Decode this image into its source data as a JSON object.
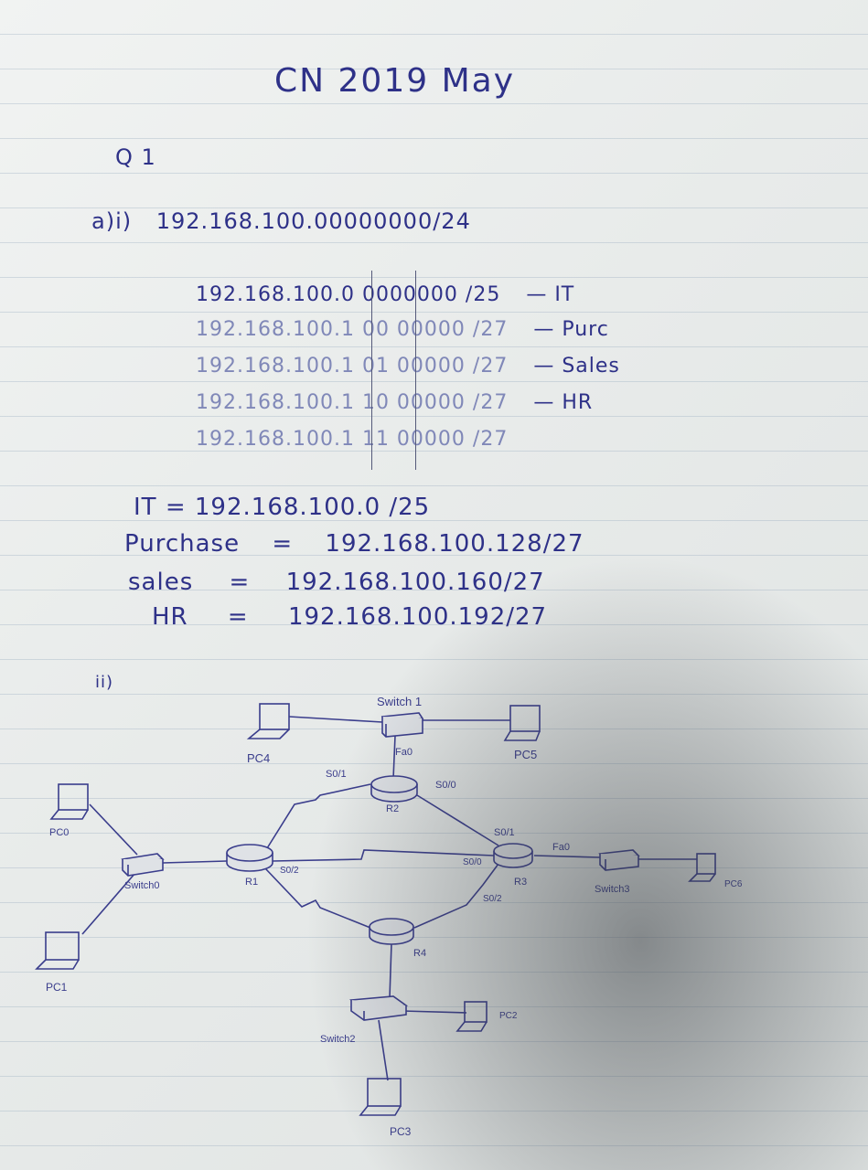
{
  "title": "CN 2019 May",
  "question": "Q 1",
  "part_a_label": "a)i)",
  "address_line": "192.168.100.00000000/24",
  "subnet_rows": [
    {
      "text": "192.168.100.0 0000000 /25",
      "tag": "— IT"
    },
    {
      "text": "192.168.100.1 00 00000 /27",
      "tag": "— Purc"
    },
    {
      "text": "192.168.100.1 01 00000 /27",
      "tag": "— Sales"
    },
    {
      "text": "192.168.100.1 10 00000 /27",
      "tag": "— HR"
    },
    {
      "text": "192.168.100.1 11 00000 /27",
      "tag": ""
    }
  ],
  "results": [
    {
      "label": "IT",
      "sep": "=",
      "value": "192.168.100.0 /25"
    },
    {
      "label": "Purchase",
      "sep": "=",
      "value": "192.168.100.128/27"
    },
    {
      "label": "sales",
      "sep": "=",
      "value": "192.168.100.160/27"
    },
    {
      "label": "HR",
      "sep": "=",
      "value": "192.168.100.192/27"
    }
  ],
  "part_ii_label": "ii)",
  "diagram": {
    "nodes": {
      "switch1": "Switch 1",
      "switch0": "Switch0",
      "switch2": "Switch2",
      "switch3": "Switch3",
      "r1": "R1",
      "r2": "R2",
      "r3": "R3",
      "r4": "R4",
      "pc0": "PC0",
      "pc1": "PC1",
      "pc2": "PC2",
      "pc3": "PC3",
      "pc4": "PC4",
      "pc5": "PC5",
      "pc6": "PC6"
    },
    "ports": {
      "r2_fa": "Fa0",
      "r2_s01": "S0/1",
      "r2_s00": "S0/0",
      "r3_s01": "S0/1",
      "r3_fa": "Fa0",
      "r3_s00": "S0/0",
      "r3_s02": "S0/2",
      "r1_s02": "S0/2"
    }
  }
}
